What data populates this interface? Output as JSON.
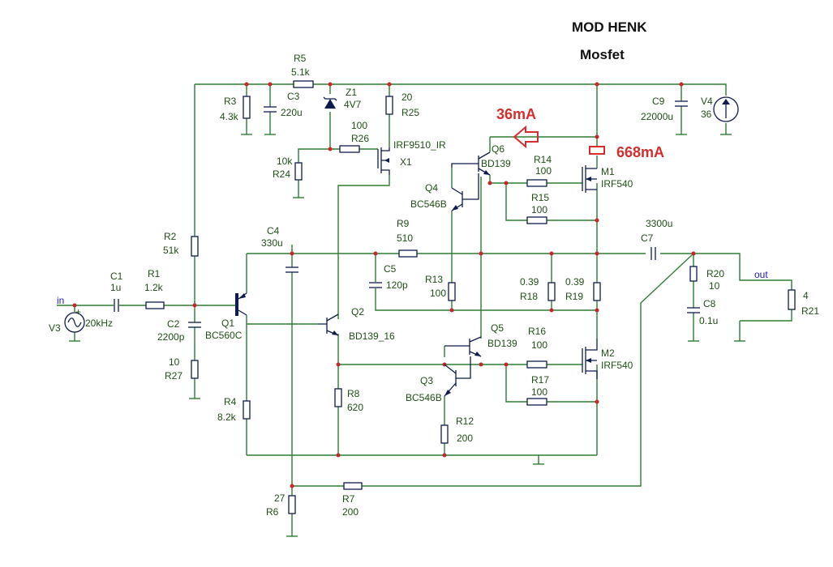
{
  "title": {
    "line1": "MOD HENK",
    "line2": "Mosfet"
  },
  "annotations": {
    "current_q6": "36mA",
    "current_m1": "668mA"
  },
  "colors": {
    "wire": "#2e7d32",
    "component": "#0d1b4d",
    "annotation": "#d32f2f",
    "junction": "#c62828",
    "net_label": "#1a1ac8"
  },
  "nets": {
    "in": "in",
    "out": "out"
  },
  "components": {
    "r1": {
      "name": "R1",
      "value": "1.2k"
    },
    "r2": {
      "name": "R2",
      "value": "51k"
    },
    "r3": {
      "name": "R3",
      "value": "4.3k"
    },
    "r4": {
      "name": "R4",
      "value": "8.2k"
    },
    "r5": {
      "name": "R5",
      "value": "5.1k"
    },
    "r6": {
      "name": "R6",
      "value": "27"
    },
    "r7": {
      "name": "R7",
      "value": "200"
    },
    "r8": {
      "name": "R8",
      "value": "620"
    },
    "r9": {
      "name": "R9",
      "value": "510"
    },
    "r12": {
      "name": "R12",
      "value": "200"
    },
    "r13": {
      "name": "R13",
      "value": "100"
    },
    "r14": {
      "name": "R14",
      "value": "100"
    },
    "r15": {
      "name": "R15",
      "value": "100"
    },
    "r16": {
      "name": "R16",
      "value": "100"
    },
    "r17": {
      "name": "R17",
      "value": "100"
    },
    "r18": {
      "name": "R18",
      "value": "0.39"
    },
    "r19": {
      "name": "R19",
      "value": "0.39"
    },
    "r20": {
      "name": "R20",
      "value": "10"
    },
    "r21": {
      "name": "R21",
      "value": "4"
    },
    "r24": {
      "name": "R24",
      "value": "10k"
    },
    "r25": {
      "name": "R25",
      "value": "20"
    },
    "r26": {
      "name": "R26",
      "value": "100"
    },
    "r27": {
      "name": "R27",
      "value": "10"
    },
    "c1": {
      "name": "C1",
      "value": "1u"
    },
    "c2": {
      "name": "C2",
      "value": "2200p"
    },
    "c3": {
      "name": "C3",
      "value": "220u"
    },
    "c4": {
      "name": "C4",
      "value": "330u"
    },
    "c5": {
      "name": "C5",
      "value": "120p"
    },
    "c7": {
      "name": "C7",
      "value": "3300u"
    },
    "c8": {
      "name": "C8",
      "value": "0.1u"
    },
    "c9": {
      "name": "C9",
      "value": "22000u"
    },
    "z1": {
      "name": "Z1",
      "value": "4V7"
    },
    "q1": {
      "name": "Q1",
      "value": "BC560C"
    },
    "q2": {
      "name": "Q2",
      "value": "BD139_16"
    },
    "q3": {
      "name": "Q3",
      "value": "BC546B"
    },
    "q4": {
      "name": "Q4",
      "value": "BC546B"
    },
    "q5": {
      "name": "Q5",
      "value": "BD139"
    },
    "q6": {
      "name": "Q6",
      "value": "BD139"
    },
    "x1": {
      "name": "X1",
      "value": "IRF9510_IR"
    },
    "m1": {
      "name": "M1",
      "value": "IRF540"
    },
    "m2": {
      "name": "M2",
      "value": "IRF540"
    },
    "v3": {
      "name": "V3",
      "value": "20kHz"
    },
    "v4": {
      "name": "V4",
      "value": "36"
    }
  }
}
